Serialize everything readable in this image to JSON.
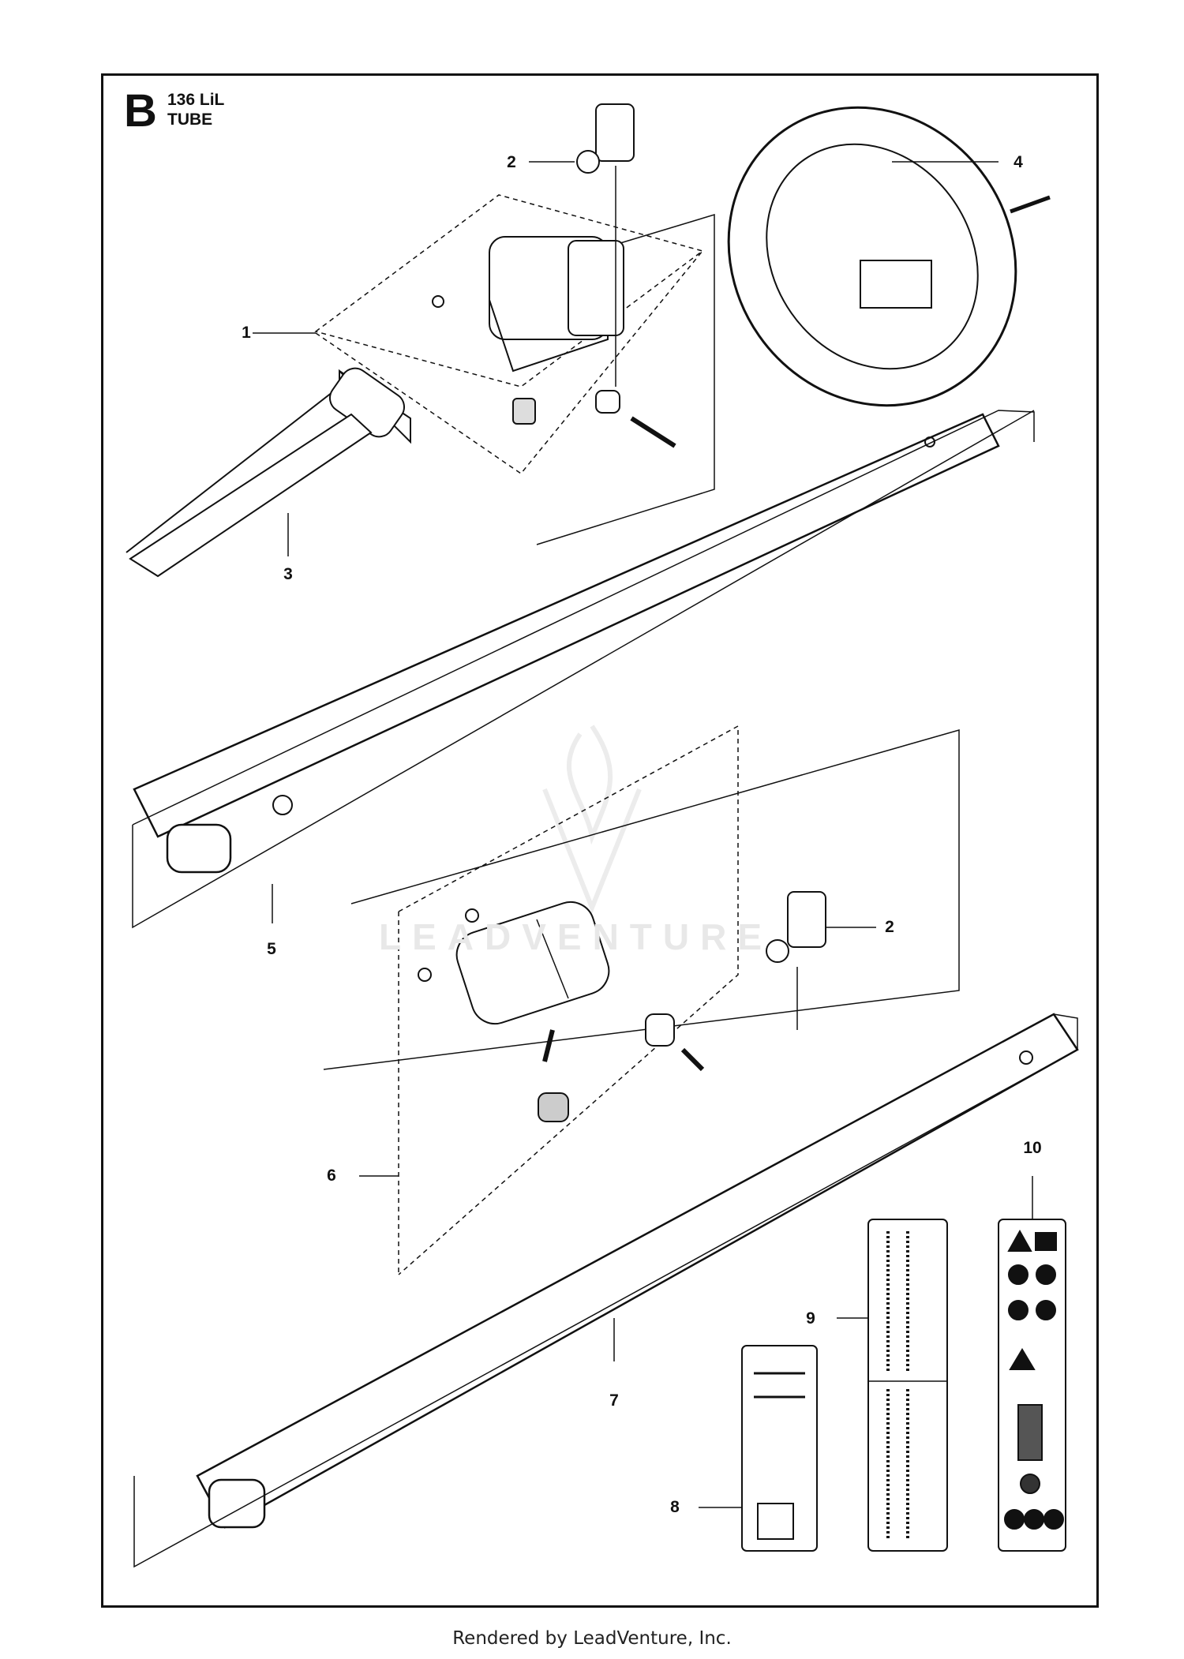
{
  "section": {
    "letter": "B",
    "model": "136 LiL",
    "name": "TUBE"
  },
  "callouts": [
    {
      "id": "1",
      "label": "1"
    },
    {
      "id": "2a",
      "label": "2"
    },
    {
      "id": "2b",
      "label": "2"
    },
    {
      "id": "3",
      "label": "3"
    },
    {
      "id": "4",
      "label": "4"
    },
    {
      "id": "5",
      "label": "5"
    },
    {
      "id": "6",
      "label": "6"
    },
    {
      "id": "7",
      "label": "7"
    },
    {
      "id": "8",
      "label": "8"
    },
    {
      "id": "9",
      "label": "9"
    },
    {
      "id": "10",
      "label": "10"
    }
  ],
  "watermark": "LEADVENTURE",
  "footer": "Rendered by LeadVenture, Inc."
}
